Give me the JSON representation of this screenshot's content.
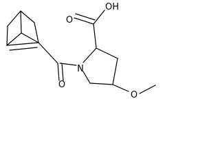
{
  "molecule": {
    "atom_labels": {
      "hydroxyl": "OH",
      "carbonyl_oxygen_acid": "O",
      "carbonyl_oxygen_amide": "O",
      "nitrogen": "N",
      "ether_oxygen": "O"
    }
  },
  "colors": {
    "bond": "#000000",
    "background": "#ffffff"
  }
}
